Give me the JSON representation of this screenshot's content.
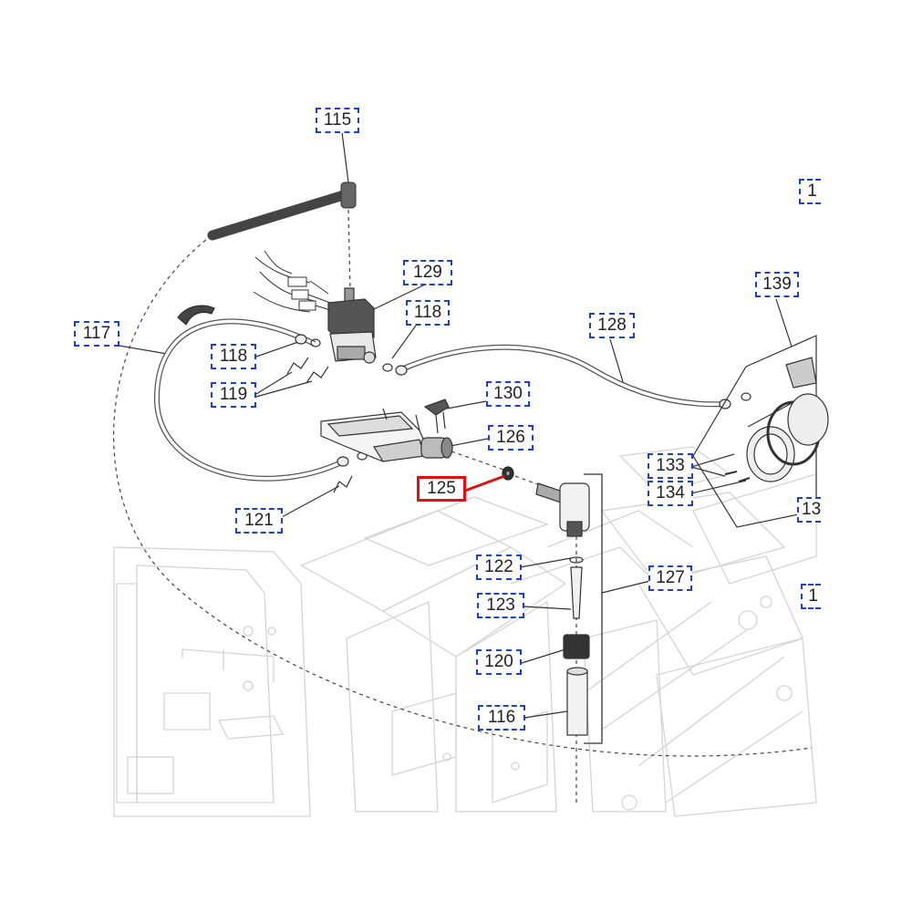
{
  "diagram": {
    "highlight_color": "#e01010",
    "callout_color": "#1f3fcf",
    "selected_part": "125",
    "callouts": [
      {
        "id": "c115",
        "label": "115"
      },
      {
        "id": "c129",
        "label": "129"
      },
      {
        "id": "c118a",
        "label": "118"
      },
      {
        "id": "c117",
        "label": "117"
      },
      {
        "id": "c118b",
        "label": "118"
      },
      {
        "id": "c119",
        "label": "119"
      },
      {
        "id": "c128",
        "label": "128"
      },
      {
        "id": "c130",
        "label": "130"
      },
      {
        "id": "c126",
        "label": "126"
      },
      {
        "id": "c125",
        "label": "125"
      },
      {
        "id": "c121",
        "label": "121"
      },
      {
        "id": "c139",
        "label": "139"
      },
      {
        "id": "c133",
        "label": "133"
      },
      {
        "id": "c134",
        "label": "134"
      },
      {
        "id": "c122",
        "label": "122"
      },
      {
        "id": "c127",
        "label": "127"
      },
      {
        "id": "c123",
        "label": "123"
      },
      {
        "id": "c120",
        "label": "120"
      },
      {
        "id": "c116",
        "label": "116"
      },
      {
        "id": "c13a",
        "label": "13"
      },
      {
        "id": "c1a",
        "label": "1"
      },
      {
        "id": "c1b",
        "label": "1"
      }
    ]
  }
}
